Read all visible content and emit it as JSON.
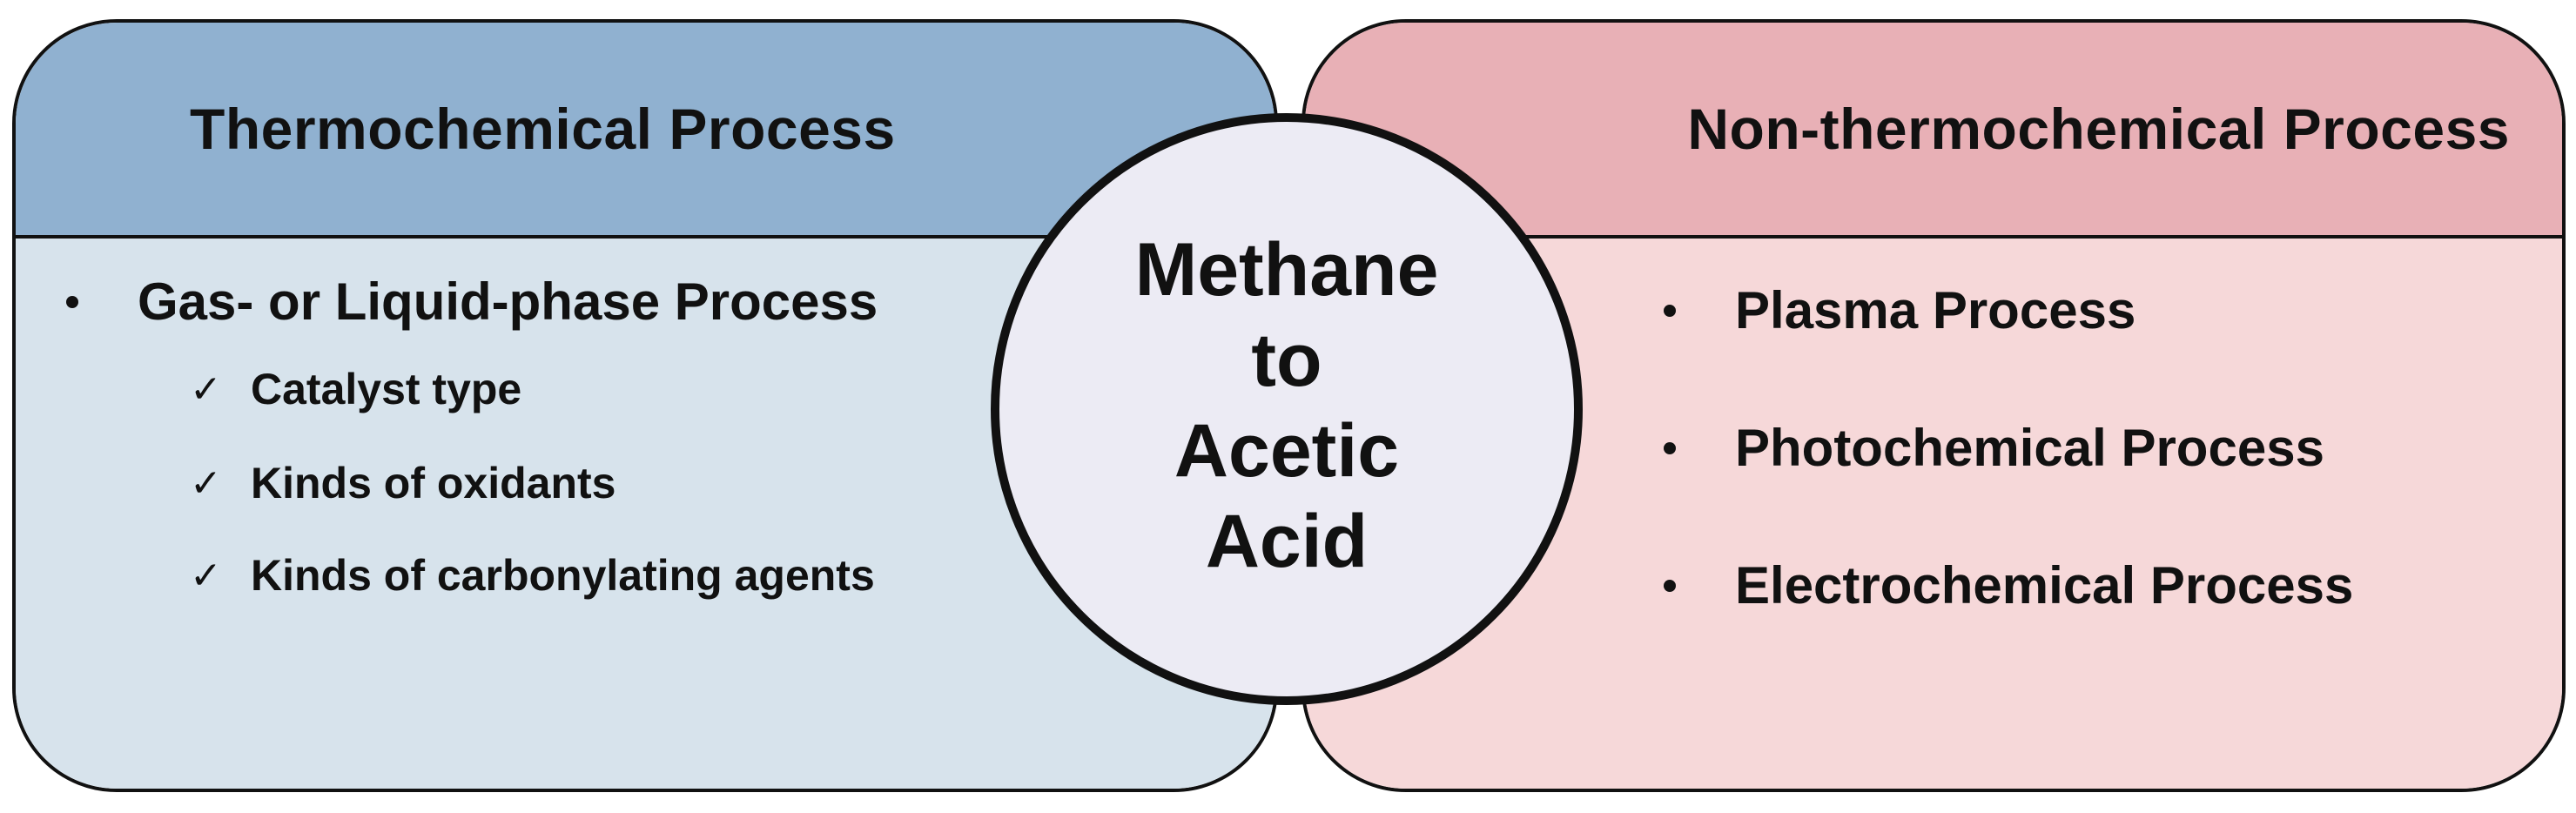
{
  "colors": {
    "left_header": "#90b1d0",
    "left_body": "#d7e3ec",
    "right_header": "#e8b0b6",
    "right_body": "#f6d8d9",
    "center_fill": "#ecebf4",
    "outline": "#111111"
  },
  "left_panel": {
    "title": "Thermochemical Process",
    "bullet": "Gas- or Liquid-phase Process",
    "checks": [
      "Catalyst type",
      "Kinds of oxidants",
      "Kinds of carbonylating agents"
    ]
  },
  "right_panel": {
    "title": "Non-thermochemical Process",
    "bullets": [
      "Plasma Process",
      "Photochemical Process",
      "Electrochemical Process"
    ]
  },
  "center": {
    "lines": [
      "Methane",
      "to",
      "Acetic",
      "Acid"
    ]
  }
}
